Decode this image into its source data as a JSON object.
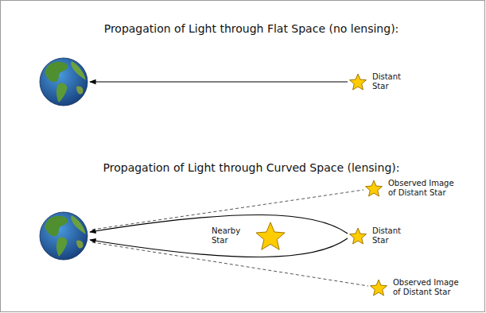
{
  "diagram": {
    "title": "Propagation of Light through Flat Space (no lensing):",
    "nodes": [
      {
        "text": [
          "Distant Star"
        ]
      },
      {
        "text": [
          "Observed Image of Distant Star"
        ]
      },
      {
        "text": [
          "Nearby Star"
        ]
      },
      {
        "text": [
          "Distant Star"
        ]
      },
      {
        "text": [
          "Observed Image of Distant Star"
        ]
      }
    ],
    "labels": [
      "Propagation of Light through Curved Space (lensing):"
    ]
  }
}
